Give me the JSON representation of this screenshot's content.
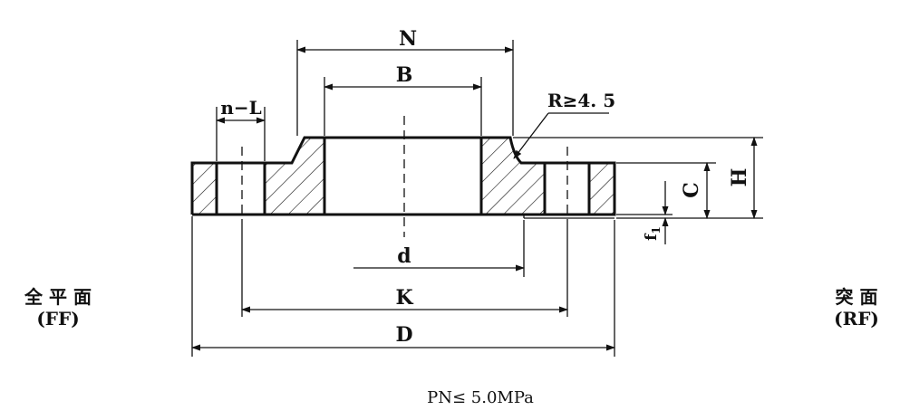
{
  "dimensions": {
    "N": "N",
    "B": "B",
    "nL": "n−L",
    "R": "R≥4. 5",
    "H": "H",
    "C": "C",
    "f1": "f",
    "f1_sub": "1",
    "d": "d",
    "K": "K",
    "D": "D"
  },
  "faces": {
    "left_name": "全 平 面",
    "left_code": "(FF)",
    "right_name": "突 面",
    "right_code": "(RF)"
  },
  "caption": "PN≤ 5.0MPa"
}
